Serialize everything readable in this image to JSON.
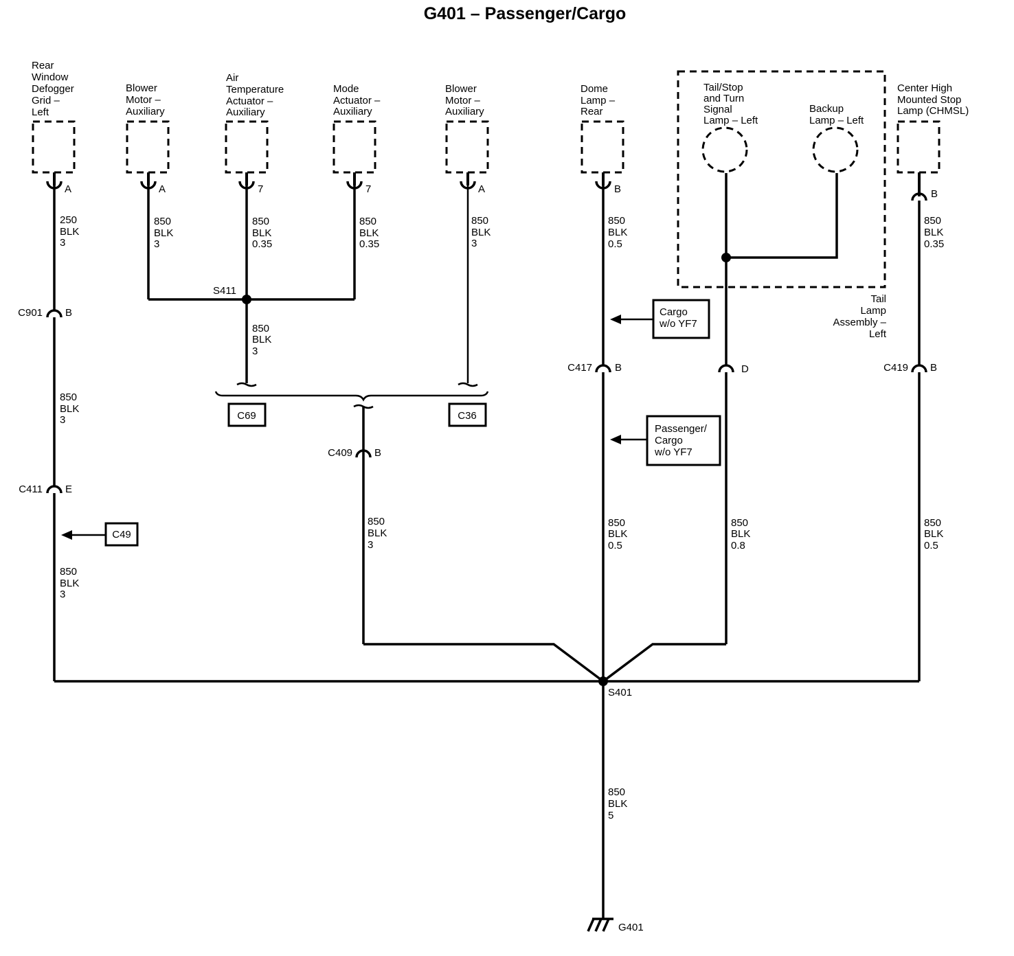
{
  "title": "G401 – Passenger/Cargo",
  "components": {
    "rear_defogger": [
      "Rear",
      "Window",
      "Defogger",
      "Grid –",
      "Left"
    ],
    "blower_aux_1": [
      "Blower",
      "Motor –",
      "Auxiliary"
    ],
    "air_temp_actuator": [
      "Air",
      "Temperature",
      "Actuator –",
      "Auxiliary"
    ],
    "mode_actuator": [
      "Mode",
      "Actuator –",
      "Auxiliary"
    ],
    "blower_aux_2": [
      "Blower",
      "Motor –",
      "Auxiliary"
    ],
    "dome_lamp": [
      "Dome",
      "Lamp –",
      "Rear"
    ],
    "tail_stop_lamp": [
      "Tail/Stop",
      "and Turn",
      "Signal",
      "Lamp – Left"
    ],
    "backup_lamp": [
      "Backup",
      "Lamp – Left"
    ],
    "chmsl": [
      "Center High",
      "Mounted Stop",
      "Lamp (CHMSL)"
    ],
    "tail_lamp_assembly": [
      "Tail",
      "Lamp",
      "Assembly –",
      "Left"
    ]
  },
  "pins": {
    "rear_defogger": "A",
    "blower_aux_1": "A",
    "air_temp_actuator": "7",
    "mode_actuator": "7",
    "blower_aux_2": "A",
    "dome_lamp": "B",
    "chmsl": "B",
    "c901": "B",
    "c411": "E",
    "c409": "B",
    "c417": "B",
    "tail_d": "D",
    "c419": "B"
  },
  "connectors": {
    "c901": "C901",
    "c411": "C411",
    "c409": "C409",
    "c417": "C417",
    "c419": "C419"
  },
  "wires": {
    "defogger_upper": [
      "250",
      "BLK",
      "3"
    ],
    "defogger_mid": [
      "850",
      "BLK",
      "3"
    ],
    "defogger_lower": [
      "850",
      "BLK",
      "3"
    ],
    "blower1": [
      "850",
      "BLK",
      "3"
    ],
    "airtemp": [
      "850",
      "BLK",
      "0.35"
    ],
    "mode": [
      "850",
      "BLK",
      "0.35"
    ],
    "blower2": [
      "850",
      "BLK",
      "3"
    ],
    "s411_down": [
      "850",
      "BLK",
      "3"
    ],
    "c409_down": [
      "850",
      "BLK",
      "3"
    ],
    "dome_upper": [
      "850",
      "BLK",
      "0.5"
    ],
    "dome_lower": [
      "850",
      "BLK",
      "0.5"
    ],
    "tail_lower": [
      "850",
      "BLK",
      "0.8"
    ],
    "chmsl_upper": [
      "850",
      "BLK",
      "0.35"
    ],
    "chmsl_lower": [
      "850",
      "BLK",
      "0.5"
    ],
    "ground": [
      "850",
      "BLK",
      "5"
    ]
  },
  "splices": {
    "s411": "S411",
    "s401": "S401"
  },
  "refs": {
    "c69": "C69",
    "c36": "C36",
    "c49": "C49",
    "cargo": [
      "Cargo",
      "w/o YF7"
    ],
    "passenger_cargo": [
      "Passenger/",
      "Cargo",
      "w/o YF7"
    ]
  },
  "ground": "G401"
}
